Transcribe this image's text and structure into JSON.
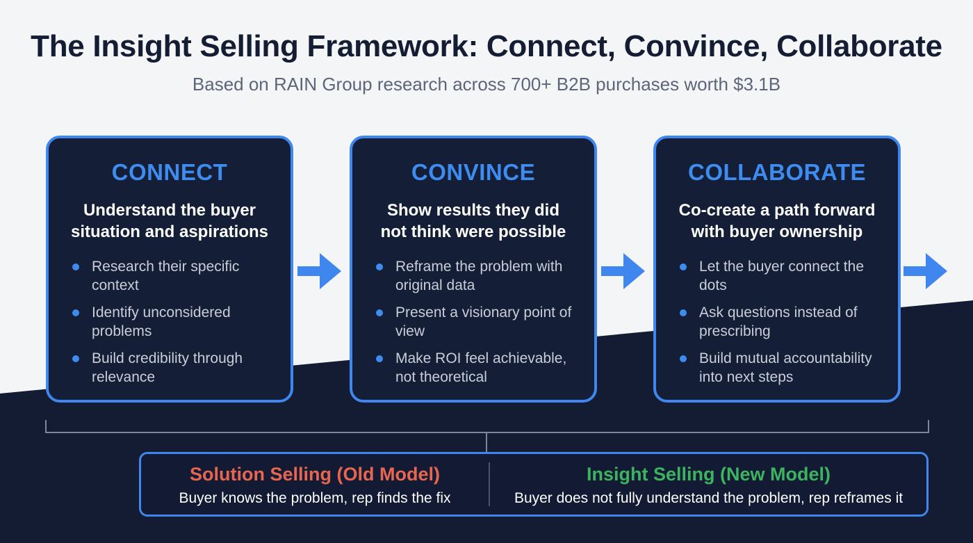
{
  "title": "The Insight Selling Framework: Connect, Convince, Collaborate",
  "subtitle": "Based on RAIN Group research across 700+ B2B purchases worth $3.1B",
  "colors": {
    "accent_blue": "#3f86ee",
    "card_bg": "#141e36",
    "old_model": "#e8664f",
    "new_model": "#3cb45f"
  },
  "stages": [
    {
      "name": "CONNECT",
      "subtitle": "Understand the buyer situation and aspirations",
      "bullets": [
        "Research their specific context",
        "Identify unconsidered problems",
        "Build credibility through relevance"
      ]
    },
    {
      "name": "CONVINCE",
      "subtitle": "Show results they did not think were possible",
      "bullets": [
        "Reframe the problem with original data",
        "Present a visionary point of view",
        "Make ROI feel achievable, not theoretical"
      ]
    },
    {
      "name": "COLLABORATE",
      "subtitle": "Co-create a path forward with buyer ownership",
      "bullets": [
        "Let the buyer connect the dots",
        "Ask questions instead of prescribing",
        "Build mutual accountability into next steps"
      ]
    }
  ],
  "comparison": {
    "old": {
      "heading": "Solution Selling (Old Model)",
      "text": "Buyer knows the problem, rep finds the fix"
    },
    "new": {
      "heading": "Insight Selling (New Model)",
      "text": "Buyer does not fully understand the problem, rep reframes it"
    }
  },
  "icons": {
    "stage_arrow": "arrow-right-icon",
    "bullet": "bullet-dot-icon"
  }
}
